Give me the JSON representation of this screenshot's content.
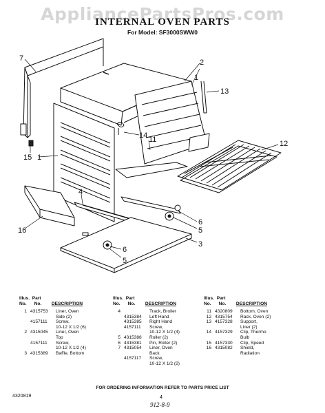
{
  "watermark": "AppliancePartsPros.com",
  "title": "INTERNAL OVEN PARTS",
  "model": "For Model: SF3000SWW0",
  "callouts": [
    "7",
    "2",
    "1",
    "13",
    "14",
    "11",
    "12",
    "15",
    "1",
    "4",
    "16",
    "6",
    "5",
    "3",
    "6",
    "5"
  ],
  "headers": {
    "illus": "Illus.",
    "no": "No.",
    "part": "Part",
    "partno": "No.",
    "description": "DESCRIPTION"
  },
  "columns": [
    [
      {
        "illus": "1",
        "part": "4315753",
        "desc": [
          "Liner, Oven",
          "Side (2)"
        ]
      },
      {
        "illus": "",
        "part": "4157111",
        "desc": [
          "Screw,",
          "10-12 X 1/2 (6)"
        ]
      },
      {
        "illus": "2",
        "part": "4315045",
        "desc": [
          "Liner, Oven",
          "Top"
        ]
      },
      {
        "illus": "",
        "part": "4157111",
        "desc": [
          "Screw,",
          "10-12 X 1/2 (4)"
        ]
      },
      {
        "illus": "3",
        "part": "4315389",
        "desc": [
          "Baffle, Bottom"
        ]
      }
    ],
    [
      {
        "illus": "4",
        "part": "",
        "desc": [
          "Track, Broiler"
        ]
      },
      {
        "illus": "",
        "part": "4315384",
        "desc": [
          "Left Hand"
        ]
      },
      {
        "illus": "",
        "part": "4315385",
        "desc": [
          "Right Hand"
        ]
      },
      {
        "illus": "",
        "part": "4157111",
        "desc": [
          "Screw,",
          "10-12 X 1/2 (4)"
        ]
      },
      {
        "illus": "5",
        "part": "4315388",
        "desc": [
          "Roller (2)"
        ]
      },
      {
        "illus": "6",
        "part": "4315381",
        "desc": [
          "Pin, Roller (2)"
        ]
      },
      {
        "illus": "7",
        "part": "4315054",
        "desc": [
          "Liner, Oven",
          "Back"
        ]
      },
      {
        "illus": "",
        "part": "4157117",
        "desc": [
          "Screw,",
          "10-12 X 1/2 (2)"
        ]
      }
    ],
    [
      {
        "illus": "11",
        "part": "4320809",
        "desc": [
          "Bottom, Oven"
        ]
      },
      {
        "illus": "12",
        "part": "4315754",
        "desc": [
          "Rack, Oven (2)"
        ]
      },
      {
        "illus": "13",
        "part": "4157328",
        "desc": [
          "Support,",
          "Liner (2)"
        ]
      },
      {
        "illus": "14",
        "part": "4157329",
        "desc": [
          "Clip, Thermo",
          "Bulb"
        ]
      },
      {
        "illus": "15",
        "part": "4157330",
        "desc": [
          "Clip, Speed"
        ]
      },
      {
        "illus": "16",
        "part": "4315082",
        "desc": [
          "Shield,",
          "Radiation"
        ]
      }
    ]
  ],
  "footer": "FOR ORDERING INFORMATION REFER TO PARTS PRICE LIST",
  "docnum": "4320819",
  "pagenum": "4",
  "datecode": "912-8-9"
}
